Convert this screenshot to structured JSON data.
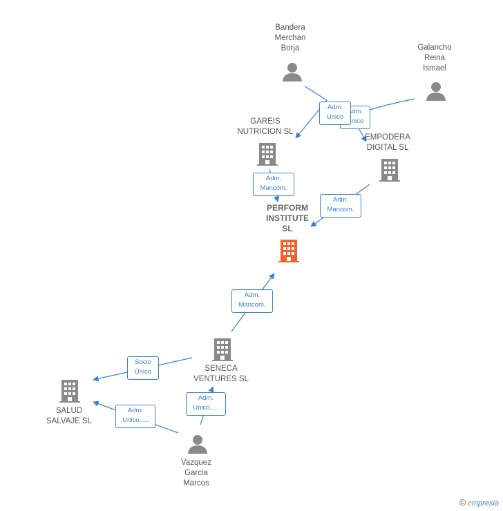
{
  "colors": {
    "edge": "#3b7fd4",
    "company": "#8a8a8a",
    "focus_company": "#f0642a",
    "person": "#8a8a8a"
  },
  "nodes": {
    "bandera": {
      "type": "person",
      "label": "Bandera\nMerchan\nBorja"
    },
    "galancho": {
      "type": "person",
      "label": "Galancho\nReina\nIsmael"
    },
    "gareis": {
      "type": "company",
      "label": "GAREIS\nNUTRICION  SL"
    },
    "empodera": {
      "type": "company",
      "label": "EMPODERA\nDIGITAL  SL"
    },
    "perform": {
      "type": "focus-company",
      "label": "PERFORM\nINSTITUTE\nSL"
    },
    "seneca": {
      "type": "company",
      "label": "SENECA\nVENTURES  SL"
    },
    "salud": {
      "type": "company",
      "label": "SALUD\nSALVAJE  SL"
    },
    "vazquez": {
      "type": "person",
      "label": "Vazquez\nGarcia\nMarcos"
    }
  },
  "edges": {
    "galancho_empodera": "Adm.\nUnico",
    "bandera_gareis": "Adm.\nUnico",
    "gareis_perform": "Adm.\nMancom.",
    "empodera_perform": "Adm.\nMancom.",
    "seneca_perform": "Adm.\nMancom.",
    "seneca_salud": "Socio\nÚnico",
    "vazquez_seneca": "Adm.\nUnico,....",
    "vazquez_salud": "Adm.\nUnico,...."
  },
  "footer": {
    "copyright": "©",
    "brand_first": "e",
    "brand_rest": "mpresia"
  }
}
